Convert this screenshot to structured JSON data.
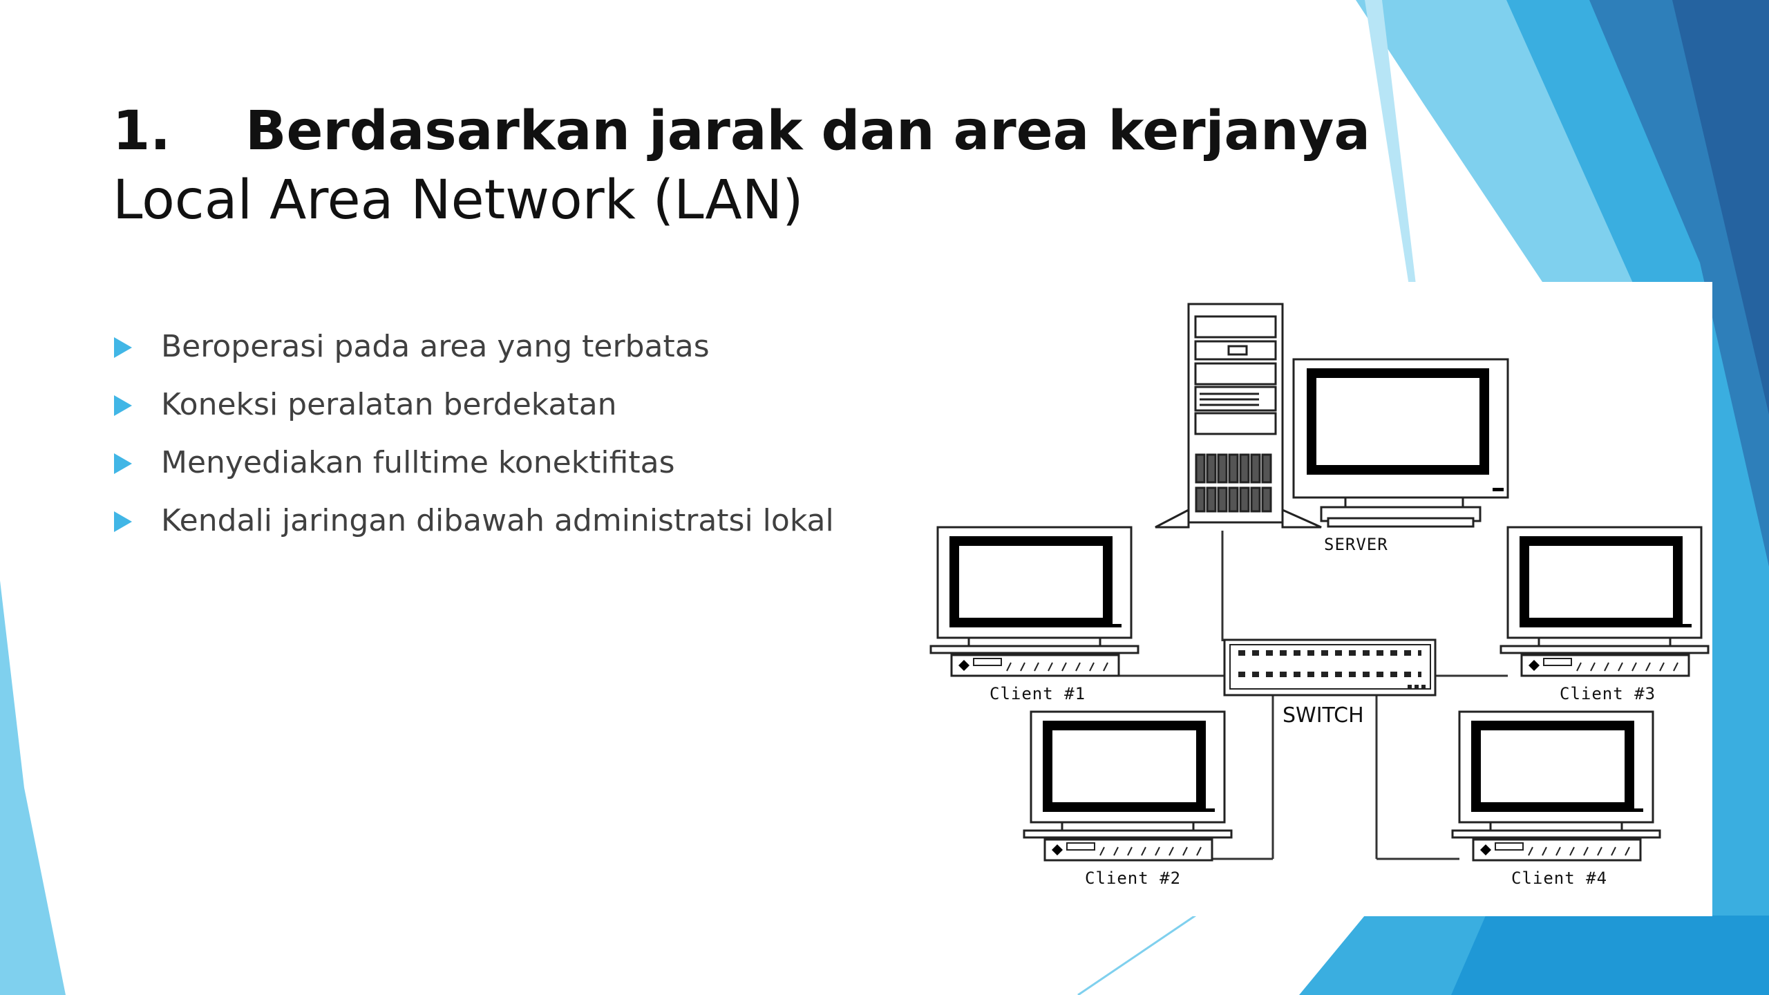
{
  "slide": {
    "title_number": "1.",
    "title_main": "Berdasarkan jarak dan area kerjanya",
    "subtitle": "Local Area Network (LAN)",
    "bullets": [
      "Beroperasi pada area yang terbatas",
      "Koneksi peralatan berdekatan",
      "Menyediakan fulltime konektifitas",
      "Kendali jaringan dibawah administratsi lokal"
    ],
    "accent_color": "#41b6e6",
    "background_colors": [
      "#7fd0ee",
      "#3aaee0",
      "#1f7fb8",
      "#2563a0"
    ]
  },
  "diagram": {
    "server_label": "SERVER",
    "switch_label": "SWITCH",
    "clients": [
      "Client #1",
      "Client #2",
      "Client #3",
      "Client #4"
    ]
  }
}
